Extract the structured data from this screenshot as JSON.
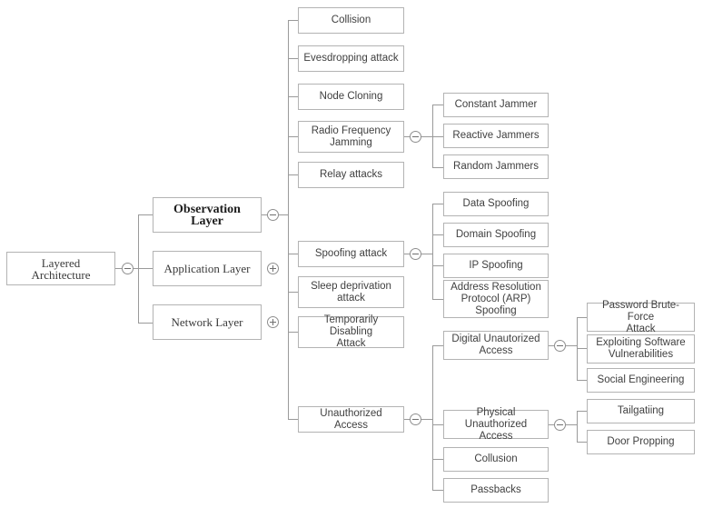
{
  "diagram": {
    "title": "Layered Architecture attack taxonomy",
    "type": "mindmap-tree",
    "colors": {
      "box_border": "#b3b3b3",
      "box_fill": "#ffffff",
      "connector": "#9a9a9a",
      "text": "#404040",
      "toggle_border": "#8e8e8e",
      "background": "#ffffff"
    }
  },
  "nodes": {
    "root": "Layered Architecture",
    "layer_observation": "Observation Layer",
    "layer_application": "Application Layer",
    "layer_network": "Network Layer",
    "collision": "Collision",
    "evesdropping": "Evesdropping attack",
    "node_cloning": "Node Cloning",
    "radio_frequency_jamming": "Radio Frequency\nJamming",
    "relay_attacks": "Relay attacks",
    "spoofing_attack": "Spoofing attack",
    "sleep_deprivation": "Sleep deprivation\nattack",
    "temporarily_disabling": "Temporarily Disabling\nAttack",
    "unauthorized_access": "Unauthorized Access",
    "constant_jammer": "Constant Jammer",
    "reactive_jammers": "Reactive Jammers",
    "random_jammers": "Random Jammers",
    "data_spoofing": "Data Spoofing",
    "domain_spoofing": "Domain Spoofing",
    "ip_spoofing": "IP Spoofing",
    "arp_spoofing": "Address Resolution\nProtocol (ARP)\nSpoofing",
    "digital_unauthorized_access": "Digital Unautorized\nAccess",
    "physical_unauthorized_access": "Physical Unauthorized\nAccess",
    "collusion": "Collusion",
    "passbacks": "Passbacks",
    "password_brute_force": "Password Brute-Force\nAttack",
    "exploiting_software_vulnerabilities": "Exploiting Software\nVulnerabilities",
    "social_engineering": "Social Engineering",
    "tailgating": "Tailgatiing",
    "door_propping": "Door Propping"
  },
  "toggles": {
    "root": "minus",
    "observation_layer": "minus",
    "application_layer": "plus",
    "network_layer": "plus",
    "radio_frequency_jamming": "minus",
    "spoofing_attack": "minus",
    "unauthorized_access": "minus",
    "digital_unauthorized_access": "minus",
    "physical_unauthorized_access": "minus"
  }
}
